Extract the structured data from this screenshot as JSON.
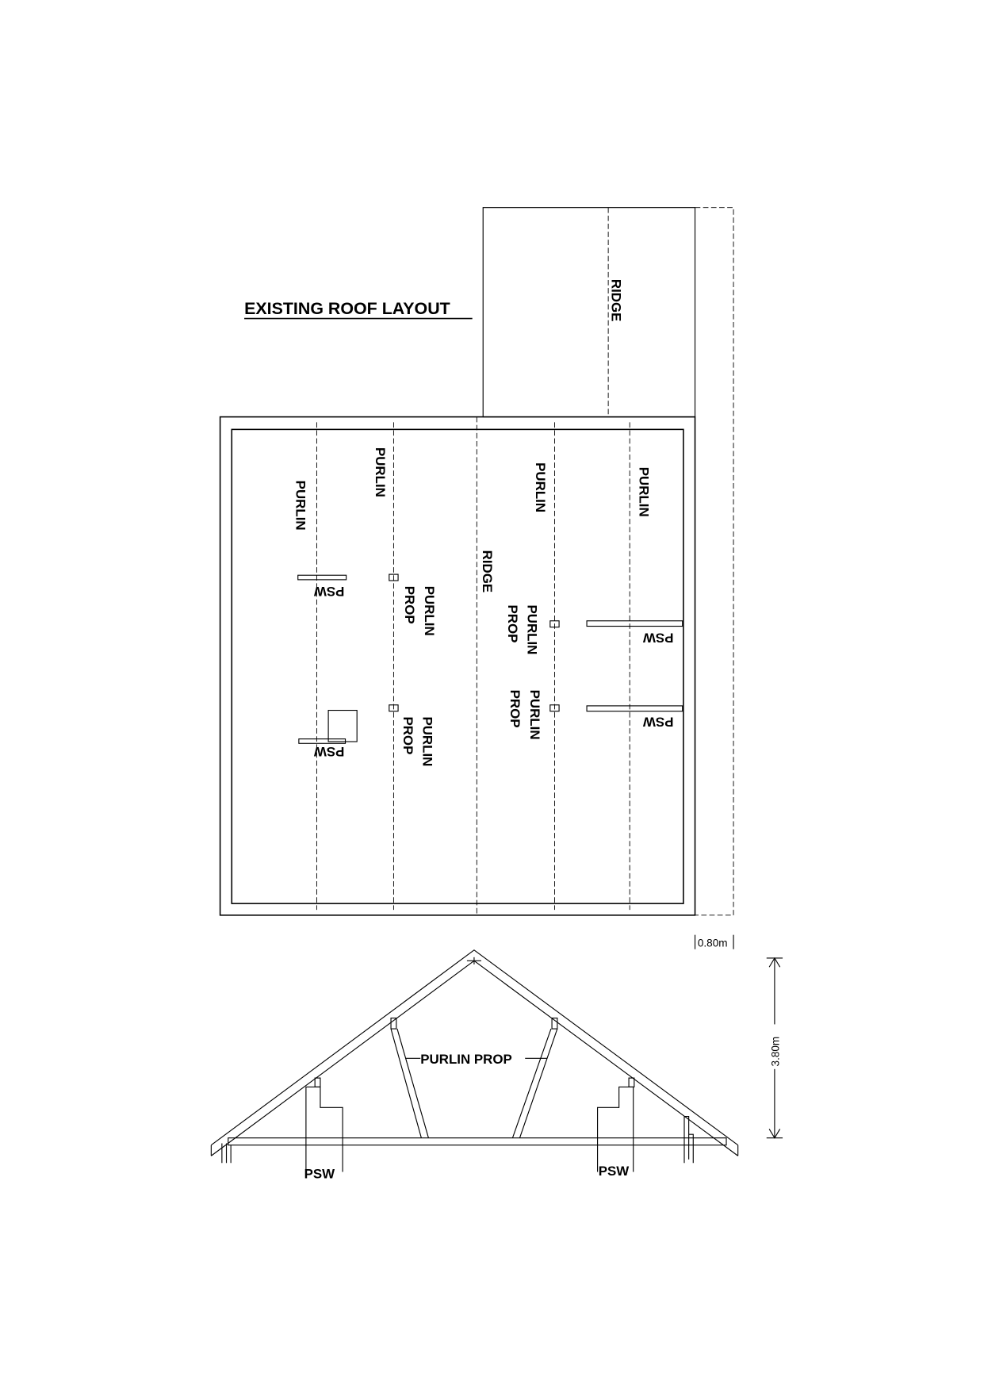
{
  "title": "EXISTING ROOF LAYOUT",
  "plan": {
    "upper_ridge_label": "RIDGE",
    "ridge_label": "RIDGE",
    "purlin_labels": [
      "PURLIN",
      "PURLIN",
      "PURLIN",
      "PURLIN"
    ],
    "purlin_prop_labels": [
      {
        "line1": "PURLIN",
        "line2": "PROP"
      },
      {
        "line1": "PURLIN",
        "line2": "PROP"
      },
      {
        "line1": "PURLIN",
        "line2": "PROP"
      },
      {
        "line1": "PURLIN",
        "line2": "PROP"
      }
    ],
    "psw_labels": [
      "PSW",
      "PSW",
      "PSW",
      "PSW"
    ],
    "width_dimension": "0.80m"
  },
  "section": {
    "purlin_prop_label": "PURLIN PROP",
    "psw_labels": [
      "PSW",
      "PSW"
    ],
    "height_dimension": "3.80m"
  }
}
